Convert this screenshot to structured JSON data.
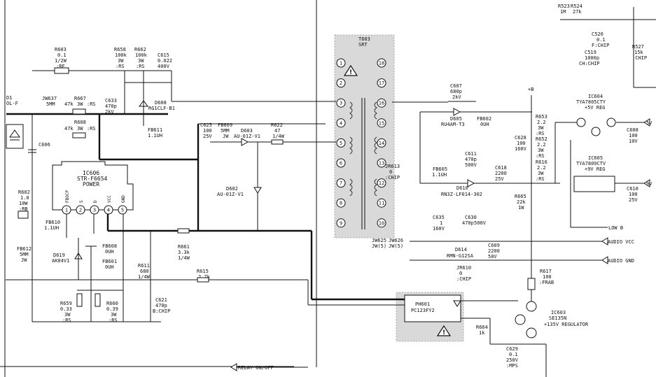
{
  "transformer": {
    "ref": "T603",
    "type": "SRT",
    "left_pins": [
      "1",
      "2",
      "3",
      "4",
      "5",
      "6",
      "7",
      "8",
      "9"
    ],
    "right_pins": [
      "18",
      "17",
      "16",
      "15",
      "14",
      "13",
      "12",
      "11",
      "10"
    ]
  },
  "ics": [
    {
      "id": "ic606",
      "ref": "IC606",
      "part": "STR-F6654",
      "func": "POWER",
      "pins": [
        {
          "num": "1",
          "name": "FBOCP"
        },
        {
          "num": "2",
          "name": "S"
        },
        {
          "num": "3",
          "name": "D"
        },
        {
          "num": "4",
          "name": "VCC"
        },
        {
          "num": "5",
          "name": "GND"
        }
      ]
    },
    {
      "id": "ic604",
      "ref": "IC604",
      "part": "TYA7805CTY",
      "func": "+5V REG"
    },
    {
      "id": "ic605",
      "ref": "IC605",
      "part": "TYA7809CTV",
      "func": "+9V REG"
    },
    {
      "id": "ic603",
      "ref": "IC603",
      "part": "SE135N",
      "func": "+135V REGULATOR"
    },
    {
      "id": "ph601",
      "ref": "PH601",
      "part": "PC123FY2"
    }
  ],
  "components": {
    "d_top": "D1",
    "d_top_val": "OL-F",
    "r603": [
      "R603",
      "0.1",
      "1/2W",
      ":RF"
    ],
    "r658": [
      "R658",
      "100k",
      "3W",
      ":RS"
    ],
    "r662": [
      "R662",
      "100k",
      "3W",
      ":RS"
    ],
    "c615": [
      "C615",
      "0.022",
      "400V"
    ],
    "c633": [
      "C633",
      "470p",
      "2kV"
    ],
    "d608": [
      "D608",
      "RG1CLF-B1"
    ],
    "fb611": [
      "FB611",
      "1.1UH"
    ],
    "jw637": [
      "JW637",
      "5MM"
    ],
    "r667": [
      "R667",
      "47k",
      "3W",
      ":RS"
    ],
    "r608": [
      "R608",
      "47k",
      "3W",
      ":RS"
    ],
    "c606": "C606",
    "c625": [
      "C625",
      "100",
      "25V"
    ],
    "fb609": [
      "FB609",
      "5MM",
      "JW"
    ],
    "d603": [
      "D603",
      "AU-01Z-V1"
    ],
    "r622": [
      "R622",
      "47",
      "1/4W"
    ],
    "d602": [
      "D602",
      "AU-01Z-V1"
    ],
    "r602": [
      "R602",
      "1.0",
      "10W",
      ":RB"
    ],
    "fb610": [
      "FB610",
      "1.1UH"
    ],
    "fb612": [
      "FB612",
      "5MM",
      "JW"
    ],
    "d619": [
      "D619",
      "AK04V1"
    ],
    "fb608": [
      "FB608",
      "0UH"
    ],
    "fb601": [
      "FB601",
      "0UH"
    ],
    "r661": [
      "R661",
      "3.3k",
      "1/4W"
    ],
    "r611": [
      "R611",
      "680",
      "1/4W"
    ],
    "r615": [
      "R615",
      "2.7k"
    ],
    "r659": [
      "R659",
      "0.33",
      "3W",
      ":RS"
    ],
    "r660": [
      "R660",
      "0.39",
      "3W",
      ":RS"
    ],
    "c621": [
      "C621",
      "470p",
      "B:CHIP"
    ],
    "c607": [
      "C607",
      "680p",
      "2kV"
    ],
    "d605": [
      "D605",
      "RU4AM-T3"
    ],
    "fb602": [
      "FB602",
      "0UH"
    ],
    "c628": [
      "C628",
      "100",
      "160V"
    ],
    "c611": [
      "C611",
      "470p",
      "500V"
    ],
    "fb605": [
      "FB605",
      "1.1UH"
    ],
    "d610": [
      "D610",
      "RN3Z-LF014-302"
    ],
    "c618": [
      "C618",
      "2200",
      "25V"
    ],
    "r665": [
      "R665",
      "22k",
      "1W"
    ],
    "jr613": [
      "JR613",
      "0",
      ":CHIP"
    ],
    "r653": [
      "R653",
      "2.2",
      "3W",
      ":RS"
    ],
    "r652": [
      "R652",
      "2.2",
      "3W",
      ":RS"
    ],
    "r616": [
      "R616",
      "2.2",
      "3W",
      ":RS"
    ],
    "c608": [
      "C608",
      "100",
      "10V"
    ],
    "c610": [
      "C610",
      "100",
      "25V"
    ],
    "c635": [
      "C635",
      "1",
      "160V"
    ],
    "c630": [
      "C630",
      "470p",
      "500V"
    ],
    "jw625": [
      "JW625",
      "JW(5)"
    ],
    "jw626": [
      "JW626",
      "JW(5)"
    ],
    "d614": [
      "D614",
      "RMN-G12SA"
    ],
    "c609": [
      "C609",
      "2200",
      "50V"
    ],
    "jr610": [
      "JR610",
      "0",
      ":CHIP"
    ],
    "r617": [
      "R617",
      "100",
      ":FRAB"
    ],
    "r664": [
      "R664",
      "1k"
    ],
    "c629": [
      "C629",
      "0.1",
      "250V",
      ":MPS"
    ],
    "r523": [
      "R523",
      "1M"
    ],
    "r524": [
      "R524",
      "27k"
    ],
    "c520": [
      "C520",
      "0.1",
      "F:CHIP"
    ],
    "c519": [
      "C519",
      "1000p",
      "CH:CHIP"
    ],
    "r527": [
      "R527",
      "15k",
      ":CHIP"
    ]
  },
  "nets": {
    "b_plus": "+B",
    "v5": "5V",
    "v9": "9V",
    "low_b": "LOW B",
    "audio_vcc": "AUDIO VCC",
    "audio_gnd": "AUDIO GND",
    "relay": "RELAY ON/OFF"
  },
  "warning_icons": [
    "warning-icon-t603",
    "warning-icon-ph601"
  ],
  "colors": {
    "ink": "#111111",
    "shade": "#d9d9d9",
    "paper": "#ffffff"
  }
}
